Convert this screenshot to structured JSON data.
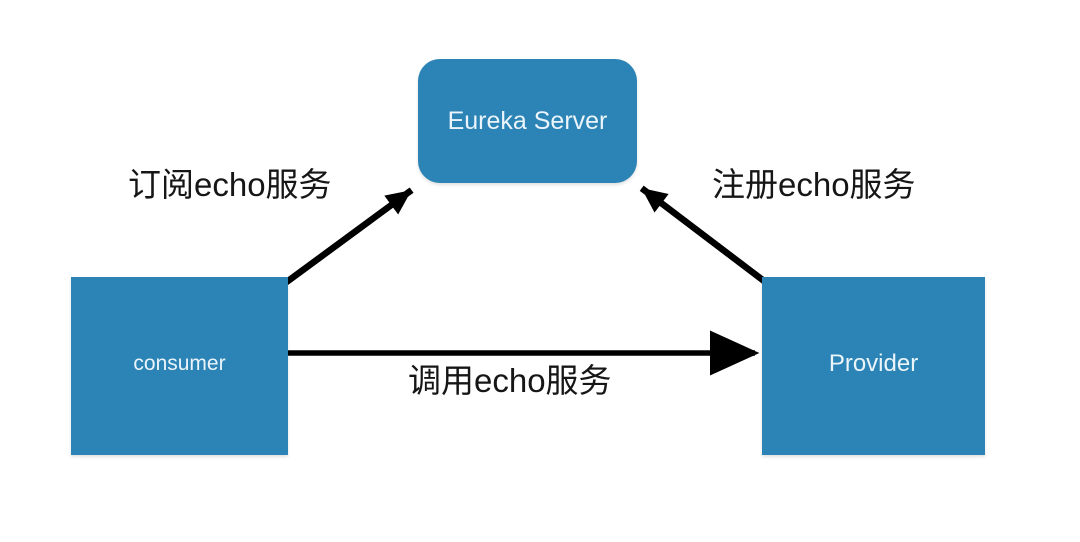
{
  "diagram": {
    "type": "service-discovery-flow",
    "background_color": "#ffffff",
    "node_fill_color": "#2b84b5",
    "node_text_color": "#eaf4fa",
    "edge_color": "#000000",
    "edge_label_color": "#161616",
    "nodes": [
      {
        "id": "eureka",
        "label": "Eureka Server",
        "shape": "rounded-rectangle"
      },
      {
        "id": "consumer",
        "label": "consumer",
        "shape": "rectangle"
      },
      {
        "id": "provider",
        "label": "Provider",
        "shape": "rectangle"
      }
    ],
    "edges": [
      {
        "id": "subscribe",
        "from": "consumer",
        "to": "eureka",
        "label": "订阅echo服务",
        "style": "dotted",
        "arrowhead": "end"
      },
      {
        "id": "register",
        "from": "provider",
        "to": "eureka",
        "label": "注册echo服务",
        "style": "dotted",
        "arrowhead": "end"
      },
      {
        "id": "invoke",
        "from": "consumer",
        "to": "provider",
        "label": "调用echo服务",
        "style": "solid",
        "arrowhead": "end"
      }
    ]
  }
}
